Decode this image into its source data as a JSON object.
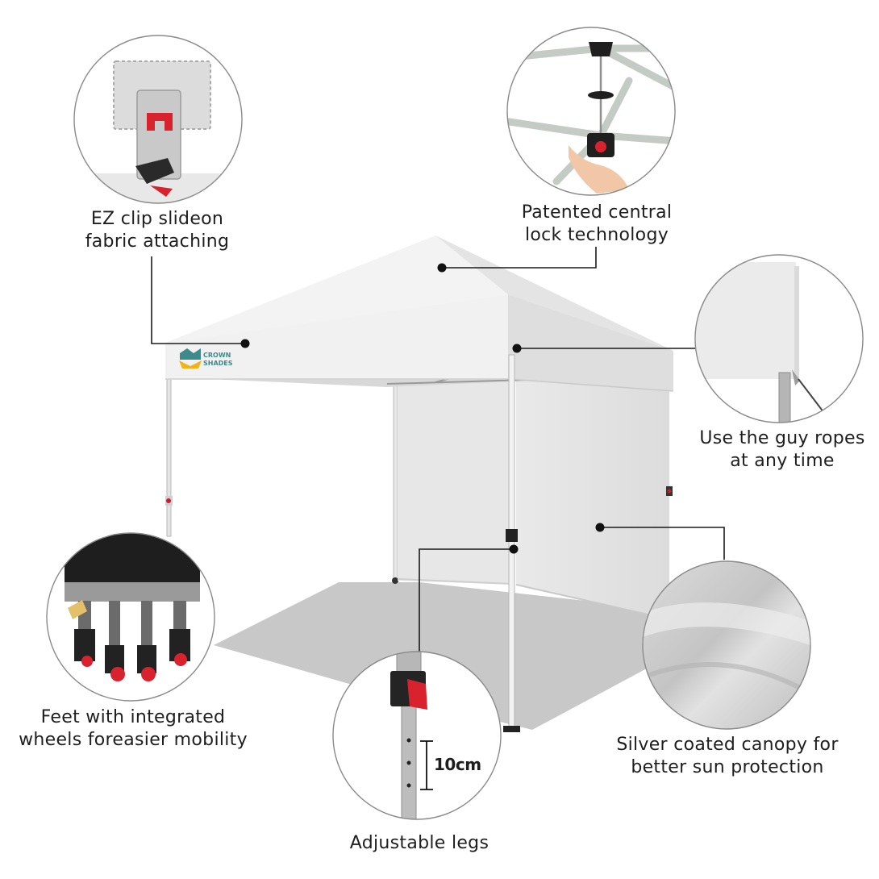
{
  "brand": {
    "line1": "CROWN",
    "line2": "SHADES"
  },
  "callouts": {
    "ez_clip": {
      "line1": "EZ clip slideon",
      "line2": "fabric attaching"
    },
    "central_lock": {
      "line1": "Patented central",
      "line2": "lock technology"
    },
    "guy_ropes": {
      "line1": "Use the guy ropes",
      "line2": "at any time"
    },
    "feet": {
      "line1": "Feet with integrated",
      "line2": "wheels foreasier mobility"
    },
    "canopy": {
      "line1": "Silver coated canopy for",
      "line2": "better sun protection"
    },
    "legs": {
      "label": "Adjustable legs",
      "measure": "10cm"
    }
  },
  "colors": {
    "canopy": "#efefef",
    "canopy_shadow": "#dcdcdc",
    "wall": "#e3e3e3",
    "ground_shadow": "#c6c6c6",
    "leader": "#1a1a1a",
    "accent_red": "#d8232f",
    "brand_yellow": "#f2b21a",
    "brand_teal": "#3c8a8a"
  }
}
